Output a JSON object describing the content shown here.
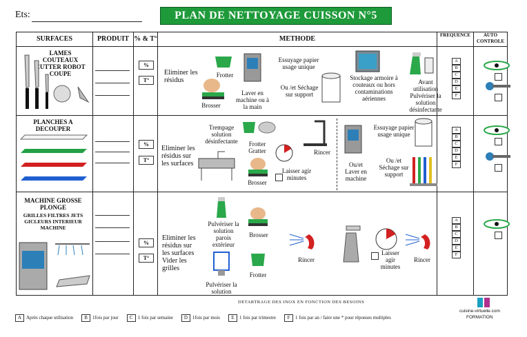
{
  "header": {
    "ets_label": "Ets:",
    "title": "PLAN DE NETTOYAGE  CUISSON  N°5"
  },
  "columns": {
    "surfaces": "SURFACES",
    "produit": "PRODUIT",
    "pct": "% & T°",
    "methode": "METHODE",
    "frequence": "FREQUENCE",
    "auto": "AUTO CONTROLE"
  },
  "row1": {
    "surface": "LAMES COUTEAUX CUTTER ROBOT COUPE",
    "pct": "%",
    "temp": "T°",
    "m1": "Eliminer les résidus",
    "frotter": "Frotter",
    "brosser": "Brosser",
    "laver": "Laver en machine ou à la main",
    "essuyage": "Essuyage papier usage unique",
    "ou_sechage": "Ou /et Séchage sur support",
    "stockage": "Stockage armoire à couteaux ou hors contaminations aériennes",
    "avant": "Avant utilisation Pulvériser la solution désinfectante"
  },
  "row2": {
    "surface": "PLANCHES A DECOUPER",
    "pct": "%",
    "temp": "T°",
    "m1": "Eliminer les résidus sur les surfaces",
    "trempage": "Trempage solution désinfectante",
    "frotter": "Frotter Gratter",
    "brosser": "Brosser",
    "laisser": "Laisser agir minutes",
    "rincer": "Rincer",
    "laver": "Ou/et Laver en machine",
    "essuyage": "Essuyage papier usage unique",
    "ou_sechage": "Ou /et Séchage sur support"
  },
  "row3": {
    "surface": "MACHINE GROSSE PLONGE",
    "sub": "GRILLES FILTRES JETS GICLEURS INTERIEUR MACHINE",
    "pct": "%",
    "temp": "T°",
    "m1": "Eliminer les résidus sur les surfaces Vider les grilles",
    "pulveriser": "Pulvériser la solution parois extérieur",
    "brosser": "Brosser",
    "pulveriser2": "Pulvériser la solution",
    "frotter": "Frotter",
    "rincer": "Rincer",
    "laisser": "Laisser agir minutes",
    "rincer2": "Rincer"
  },
  "freq_letters": [
    "A",
    "B",
    "C",
    "D",
    "E",
    "F"
  ],
  "footnote": "DETARTRAGE  DES  INOX  EN  FONCTION  DES  BESOINS",
  "legend": [
    {
      "k": "A",
      "t": "Après chaque utilisation"
    },
    {
      "k": "B",
      "t": "1fois par jour"
    },
    {
      "k": "C",
      "t": "1 fois par semaine"
    },
    {
      "k": "D",
      "t": "1fois par mois"
    },
    {
      "k": "E",
      "t": "1 fois par trimestre"
    },
    {
      "k": "F",
      "t": "1 fois par an  /  faire une * pour  réponses multiples"
    }
  ],
  "brand": {
    "site": "cuisine-virtuelle.com",
    "formation": "FORMATION"
  },
  "colors": {
    "title_bg": "#1e9a3a",
    "green": "#2aa84a",
    "red": "#d32020",
    "blue": "#1f5fd0"
  }
}
